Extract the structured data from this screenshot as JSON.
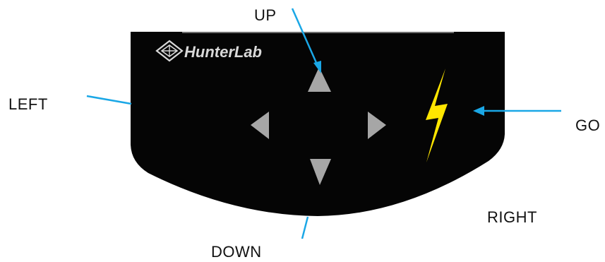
{
  "device": {
    "brand": "HunterLab",
    "body_color": "#050505",
    "arrow_color": "#a6a6a6",
    "go_color": "#ffe600",
    "logo_color": "#d9d9d9",
    "go_icon": "lightning-bolt-icon",
    "logo_icon": "hunterlab-cube-logo-icon"
  },
  "callouts": {
    "up": "UP",
    "left": "LEFT",
    "go": "GO",
    "right": "RIGHT",
    "down": "DOWN",
    "line_color": "#1aa7e6"
  }
}
